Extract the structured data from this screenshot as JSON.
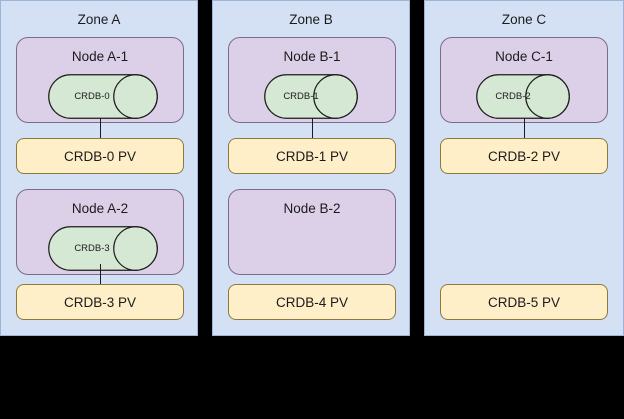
{
  "diagram": {
    "type": "kubernetes-zone-topology",
    "background_color": "#000000",
    "colors": {
      "zone_fill": "#D4E1F5",
      "zone_stroke": "#9DB5D6",
      "node_fill": "#DCD0E8",
      "node_stroke": "#7A6B8C",
      "pv_fill": "#FFEFC8",
      "pv_stroke": "#8C7A3C",
      "pod_fill": "#D5E8D4",
      "pod_stroke": "#1b1b1b",
      "text": "#1b1b1b"
    }
  },
  "zones": [
    {
      "id": "zone-a",
      "title": "Zone A",
      "slots": [
        {
          "node": {
            "title": "Node A-1",
            "empty": false
          },
          "pod": {
            "label": "CRDB-0",
            "shape": "cylinder",
            "width": "wide"
          },
          "pv": {
            "label": "CRDB-0 PV"
          },
          "connected": true
        },
        {
          "node": {
            "title": "Node A-2",
            "empty": false
          },
          "pod": {
            "label": "CRDB-3",
            "shape": "cylinder",
            "width": "wide"
          },
          "pv": {
            "label": "CRDB-3 PV"
          },
          "connected": true
        }
      ]
    },
    {
      "id": "zone-b",
      "title": "Zone B",
      "slots": [
        {
          "node": {
            "title": "Node B-1",
            "empty": false
          },
          "pod": {
            "label": "CRDB-1",
            "shape": "cylinder",
            "width": "narrow"
          },
          "pv": {
            "label": "CRDB-1 PV"
          },
          "connected": true
        },
        {
          "node": {
            "title": "Node B-2",
            "empty": true
          },
          "pod": null,
          "pv": {
            "label": "CRDB-4 PV"
          },
          "connected": false
        }
      ]
    },
    {
      "id": "zone-c",
      "title": "Zone C",
      "slots": [
        {
          "node": {
            "title": "Node C-1",
            "empty": false
          },
          "pod": {
            "label": "CRDB-2",
            "shape": "cylinder",
            "width": "narrow"
          },
          "pv": {
            "label": "CRDB-2 PV"
          },
          "connected": true
        },
        {
          "node": null,
          "pod": null,
          "pv": {
            "label": "CRDB-5 PV"
          },
          "connected": false
        }
      ]
    }
  ]
}
